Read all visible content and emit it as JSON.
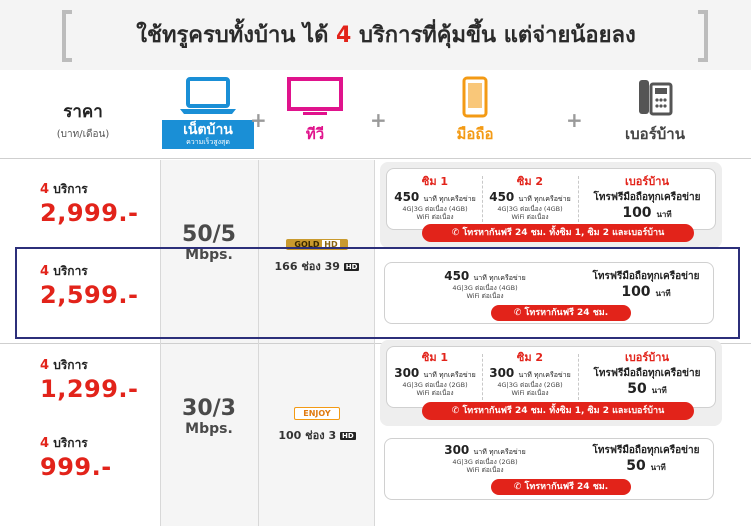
{
  "banner": {
    "title_pre": "ใช้ทรูครบทั้งบ้าน ได้ ",
    "title_num": "4",
    "title_post": " บริการที่คุ้มขึ้น แต่จ่ายน้อยลง"
  },
  "header": {
    "price_label": "ราคา",
    "price_unit": "(บาท/เดือน)",
    "services": [
      {
        "name": "เน็ตบ้าน",
        "sub": "ความเร็วสูงสุด",
        "color": "#1a8fd6"
      },
      {
        "name": "ทีวี",
        "color": "#e0138c"
      },
      {
        "name": "มือถือ",
        "color": "#f39a14"
      },
      {
        "name": "เบอร์บ้าน",
        "color": "#444444"
      }
    ],
    "plus": "+"
  },
  "packages": [
    {
      "count_num": "4",
      "count_label": "บริการ",
      "price": "2,999.-"
    },
    {
      "count_num": "4",
      "count_label": "บริการ",
      "price": "2,599.-"
    },
    {
      "count_num": "4",
      "count_label": "บริการ",
      "price": "1,299.-"
    },
    {
      "count_num": "4",
      "count_label": "บริการ",
      "price": "999.-"
    }
  ],
  "speeds": [
    {
      "value": "50/5",
      "unit": "Mbps."
    },
    {
      "value": "30/3",
      "unit": "Mbps."
    }
  ],
  "tv": [
    {
      "badge": "GOLD",
      "badge_hd": "HD",
      "channels_num": "166",
      "channels_label": "ช่อง",
      "hd_num": "39",
      "hd_tag": "HD"
    },
    {
      "badge": "ENJOY",
      "channels_num": "100",
      "channels_label": "ช่อง",
      "hd_num": "3",
      "hd_tag": "HD"
    }
  ],
  "offers": {
    "sim1_title": "ซิม 1",
    "sim2_title": "ซิม 2",
    "landline_title": "เบอร์บ้าน",
    "minutes_unit": "นาที ทุกเครือข่าย",
    "data_4gb": "4G|3G ต่อเนื่อง (4GB)",
    "data_2gb": "4G|3G ต่อเนื่อง (2GB)",
    "wifi": "WiFi ต่อเนื่อง",
    "landline_free": "โทรฟรีมือถือทุกเครือข่าย",
    "landline_unit": "นาที",
    "bar_full": "โทรหากันฟรี 24 ชม. ทั้งซิม 1, ซิม 2 และเบอร์บ้าน",
    "bar_short": "โทรหากันฟรี 24 ชม.",
    "p1_minutes": "450",
    "p1_land": "100",
    "p3_minutes": "300",
    "p3_land": "50"
  }
}
